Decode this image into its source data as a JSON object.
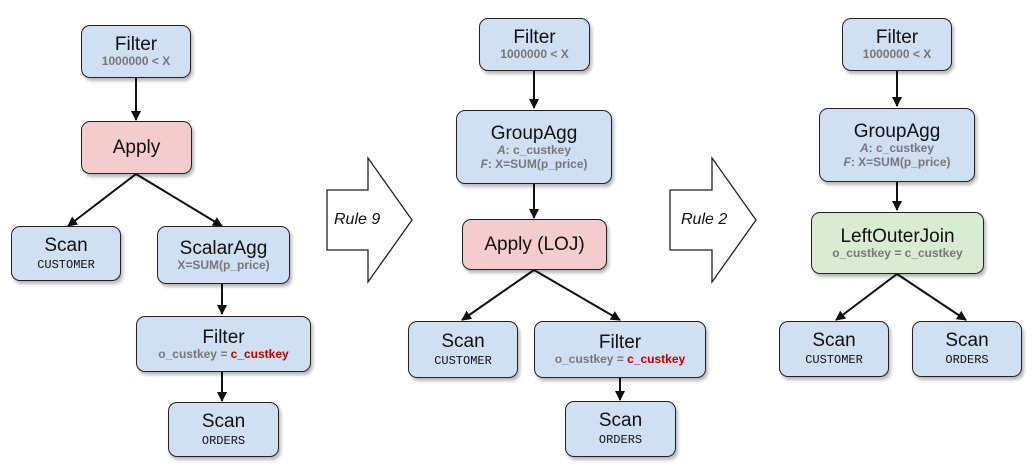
{
  "diagrams": [
    {
      "nodes": {
        "filter": {
          "title": "Filter",
          "sub": "1000000 < X"
        },
        "apply": {
          "title": "Apply"
        },
        "scan_customer": {
          "title": "Scan",
          "table": "CUSTOMER"
        },
        "scalaragg": {
          "title": "ScalarAgg",
          "sub": "X=SUM(p_price)"
        },
        "filter2": {
          "title": "Filter",
          "sub_prefix": "o_custkey = ",
          "sub_highlight": "c_custkey"
        },
        "scan_orders": {
          "title": "Scan",
          "table": "ORDERS"
        }
      }
    },
    {
      "nodes": {
        "filter": {
          "title": "Filter",
          "sub": "1000000 < X"
        },
        "groupagg": {
          "title": "GroupAgg",
          "a_key": "A",
          "a_val": ": c_custkey",
          "f_key": "F",
          "f_val": ": X=SUM(p_price)"
        },
        "apply_loj": {
          "title": "Apply (LOJ)"
        },
        "scan_customer": {
          "title": "Scan",
          "table": "CUSTOMER"
        },
        "filter2": {
          "title": "Filter",
          "sub_prefix": "o_custkey = ",
          "sub_highlight": "c_custkey"
        },
        "scan_orders": {
          "title": "Scan",
          "table": "ORDERS"
        }
      }
    },
    {
      "nodes": {
        "filter": {
          "title": "Filter",
          "sub": "1000000 < X"
        },
        "groupagg": {
          "title": "GroupAgg",
          "a_key": "A",
          "a_val": ": c_custkey",
          "f_key": "F",
          "f_val": ": X=SUM(p_price)"
        },
        "loj": {
          "title": "LeftOuterJoin",
          "sub": "o_custkey = c_custkey"
        },
        "scan_customer": {
          "title": "Scan",
          "table": "CUSTOMER"
        },
        "scan_orders": {
          "title": "Scan",
          "table": "ORDERS"
        }
      }
    }
  ],
  "transforms": [
    {
      "label": "Rule 9"
    },
    {
      "label": "Rule 2"
    }
  ],
  "colors": {
    "scan_filter_nodes": "#cfe0f3",
    "apply_nodes": "#f5cccc",
    "join_node": "#d8ecd1",
    "highlight": "#c00000"
  }
}
